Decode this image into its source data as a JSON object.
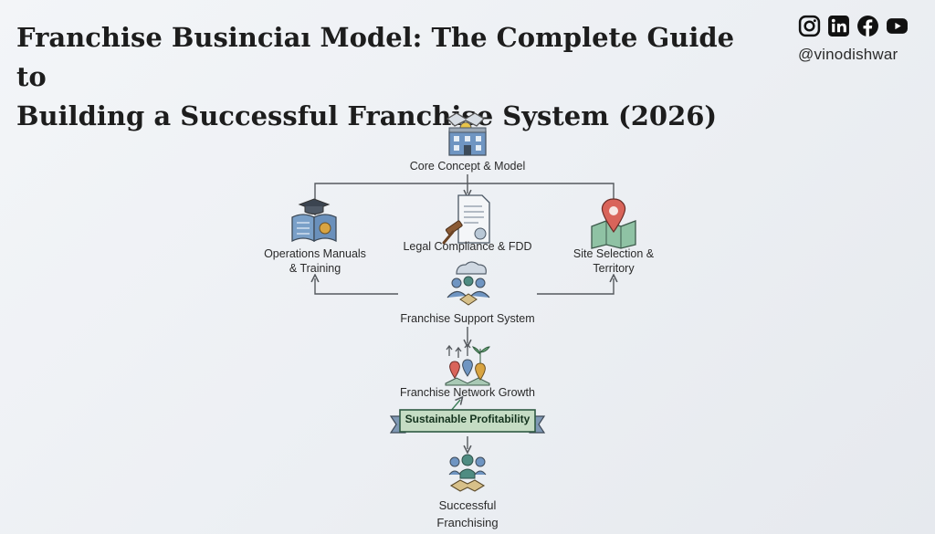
{
  "header": {
    "title_line1": "Franchise Businciaı Model: The Complete Guide to",
    "title_line2": "Building a Successful Franchise System  (2026)"
  },
  "social": {
    "icons": [
      "instagram-icon",
      "linkedin-icon",
      "facebook-icon",
      "youtube-icon"
    ],
    "handle": "@vinodishwar"
  },
  "diagram": {
    "core": "Core Concept & Model",
    "operations_line1": "Operations Manuals",
    "operations_line2": "& Training",
    "legal": "Legal Compliance & FDD",
    "site_line1": "Site Selection &",
    "site_line2": "Territory",
    "support": "Franchise Support System",
    "growth": "Franchise Network Growth",
    "banner": "Sustainable Profitability",
    "success_line1": "Successful",
    "success_line2": "Franchising"
  },
  "colors": {
    "line": "#55595e",
    "icon_blue": "#5a84b4",
    "icon_teal": "#4f8c82",
    "banner_fill": "#c5dcc4",
    "banner_stroke": "#2f5a44"
  }
}
